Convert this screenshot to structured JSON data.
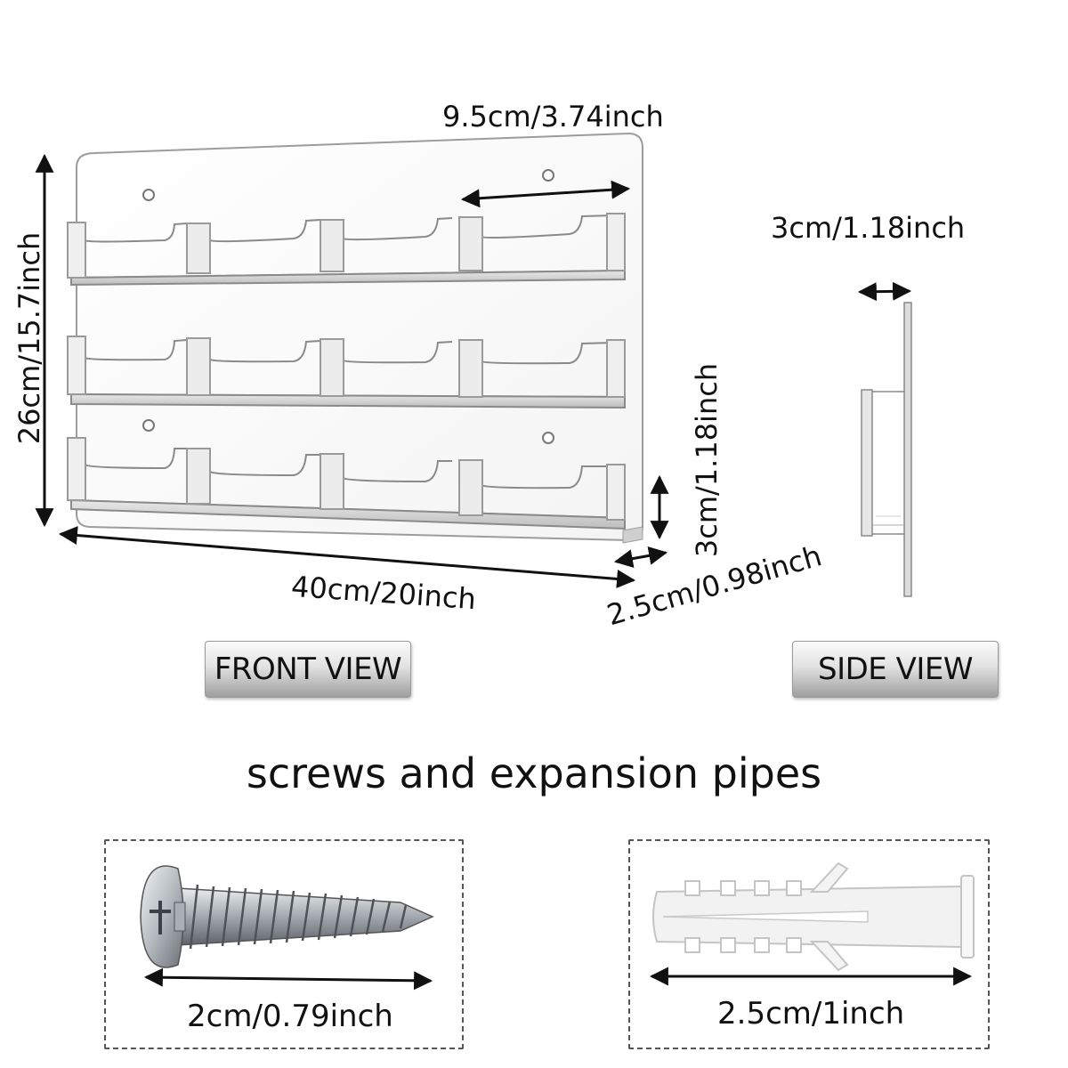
{
  "front_view": {
    "label": "FRONT VIEW",
    "width_label": "40cm/20inch",
    "height_label": "26cm/15.7inch",
    "pocket_width_label": "9.5cm/3.74inch",
    "pocket_height_label": "3cm/1.18inch",
    "pocket_depth_label": "2.5cm/0.98inch"
  },
  "side_view": {
    "label": "SIDE VIEW",
    "thickness_label": "3cm/1.18inch"
  },
  "accessories": {
    "title": "screws and expansion pipes",
    "screw_length_label": "2cm/0.79inch",
    "anchor_length_label": "2.5cm/1inch"
  },
  "colors": {
    "acrylic_edge": "#9c9c9c",
    "arrow": "#111111",
    "screw_metal": "#9aa0a6",
    "anchor_plastic": "#f2f2f2"
  }
}
